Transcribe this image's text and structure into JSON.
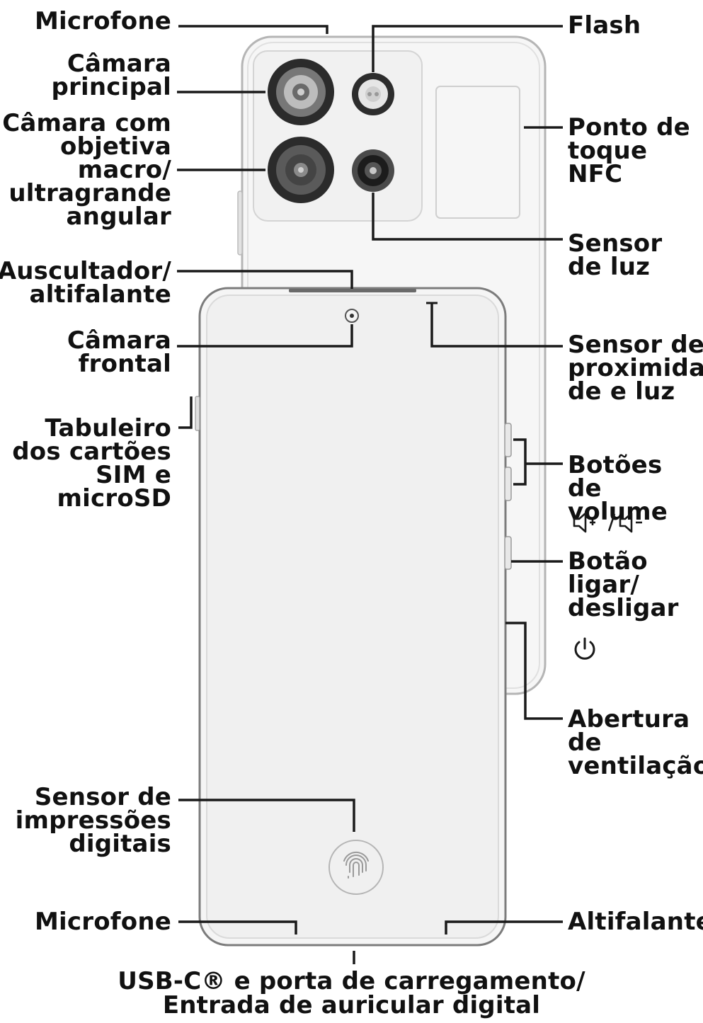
{
  "labels": {
    "mic_top": "Microfone",
    "main_camera": "Câmara\nprincipal",
    "macro_camera": "Câmara com\nobjetiva\nmacro/\nultragrande\nangular",
    "earpiece": "Auscultador/\naltifalante",
    "front_camera": "Câmara\nfrontal",
    "sim_tray": "Tabuleiro\ndos cartões\nSIM e\nmicroSD",
    "fingerprint": "Sensor de\nimpressões\ndigitais",
    "mic_bottom": "Microfone",
    "flash": "Flash",
    "nfc": "Ponto de\ntoque\nNFC",
    "light_sensor": "Sensor\nde luz",
    "proximity_sensor": "Sensor de\nproximida-\nde e luz",
    "volume": "Botões de\nvolume",
    "power": "Botão\nligar/\ndesligar",
    "vent": "Abertura\nde\nventilação",
    "speaker": "Altifalante",
    "usb_line1": "USB-C® e porta de carregamento/",
    "usb_line2": "Entrada de auricular digital"
  },
  "icons": {
    "volume": [
      "volume-up-icon",
      "volume-down-icon"
    ],
    "power": "power-icon",
    "fingerprint": "fingerprint-icon"
  },
  "colors": {
    "line": "#1a1a1a",
    "device_fill": "#f4f4f4",
    "device_stroke": "#c8c8c8"
  }
}
